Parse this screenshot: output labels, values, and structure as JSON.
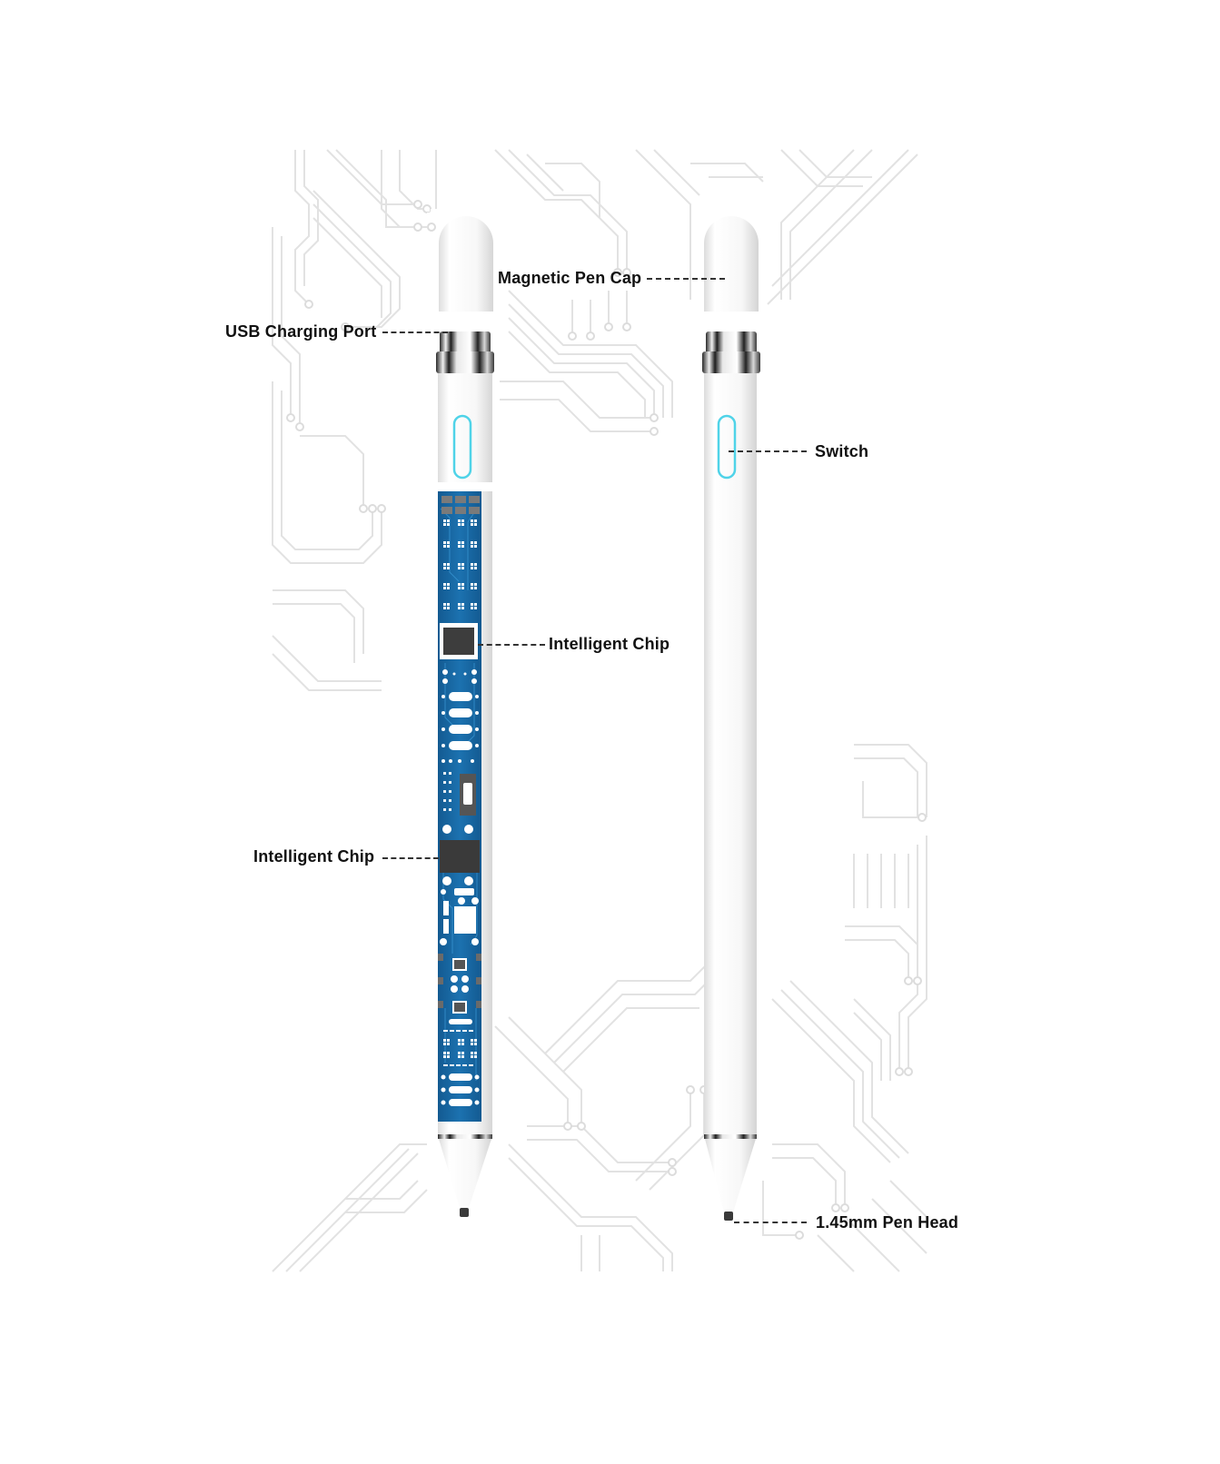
{
  "figure": {
    "subject": "Active stylus pen with cutaway view",
    "colors": {
      "background": "#ffffff",
      "circuit_lines": "#e3e3e3",
      "pen_body": "#f7f7f7",
      "pcb_blue": "#1a6aa6",
      "switch_outline": "#4fd3e8",
      "label_text": "#111111"
    }
  },
  "labels": {
    "magnetic_pen_cap": "Magnetic Pen Cap",
    "usb_charging_port": "USB Charging Port",
    "switch": "Switch",
    "intelligent_chip_upper": "Intelligent Chip",
    "intelligent_chip_lower": "Intelligent Chip",
    "pen_head": "1.45mm Pen Head"
  }
}
